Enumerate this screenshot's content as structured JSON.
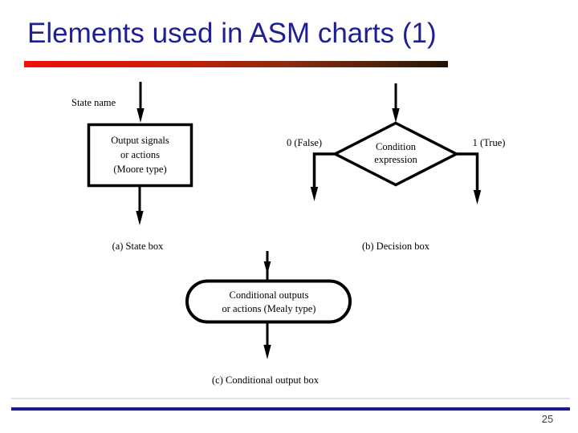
{
  "slide": {
    "title": "Elements used in ASM charts (1)",
    "page_number": "25"
  },
  "diagram": {
    "state_name_label": "State name",
    "state_box": {
      "line1": "Output signals",
      "line2": "or actions",
      "line3": "(Moore type)",
      "caption": "(a) State box"
    },
    "decision": {
      "false_label": "0 (False)",
      "true_label": "1 (True)",
      "line1": "Condition",
      "line2": "expression",
      "caption": "(b) Decision box"
    },
    "conditional_output": {
      "line1": "Conditional outputs",
      "line2": "or actions (Mealy type)",
      "caption": "(c) Conditional output box"
    }
  },
  "colors": {
    "title_text": "#1f1f94",
    "accent_bar_start": "#ee1105",
    "accent_bar_end": "#241204",
    "footer_line": "#1b1b8e",
    "diagram_ink": "#000000",
    "background": "#ffffff"
  }
}
